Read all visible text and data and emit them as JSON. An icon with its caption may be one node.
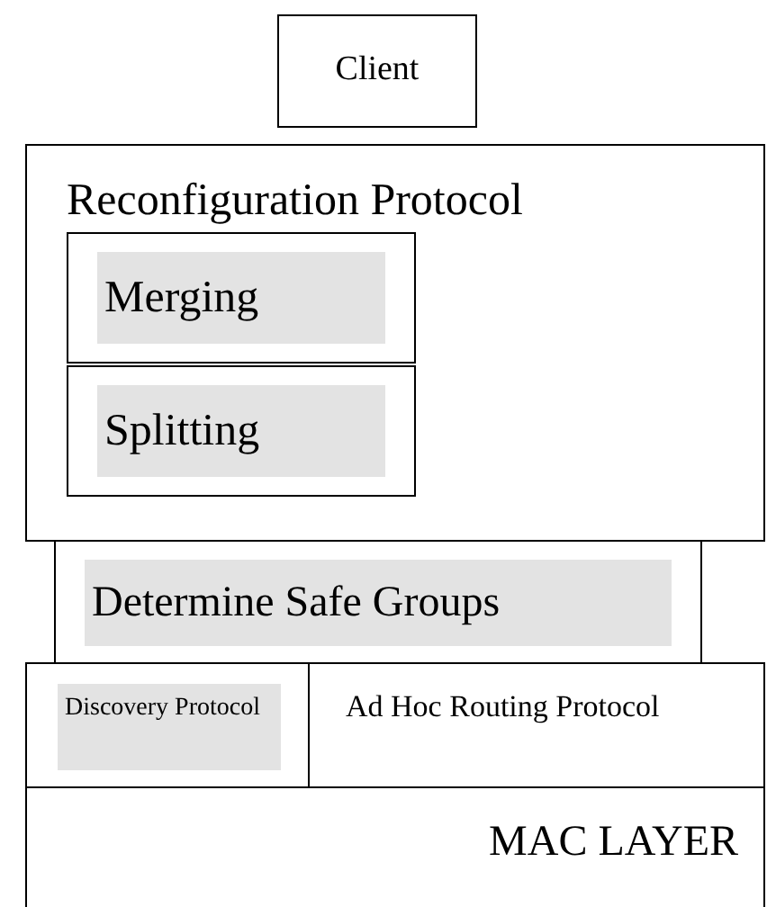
{
  "diagram": {
    "nodes": [
      {
        "text": [
          "Client"
        ]
      },
      {
        "text": [
          "Reconfiguration Protocol"
        ]
      },
      {
        "text": [
          "Merging"
        ],
        "in": 1
      },
      {
        "text": [
          "Splitting"
        ],
        "in": 1
      },
      {
        "text": [
          "Determine Safe Groups"
        ]
      },
      {
        "text": [
          "Discovery Protocol"
        ]
      },
      {
        "text": [
          "Ad Hoc Routing Protocol"
        ]
      },
      {
        "text": [
          "MAC LAYER"
        ]
      }
    ]
  }
}
